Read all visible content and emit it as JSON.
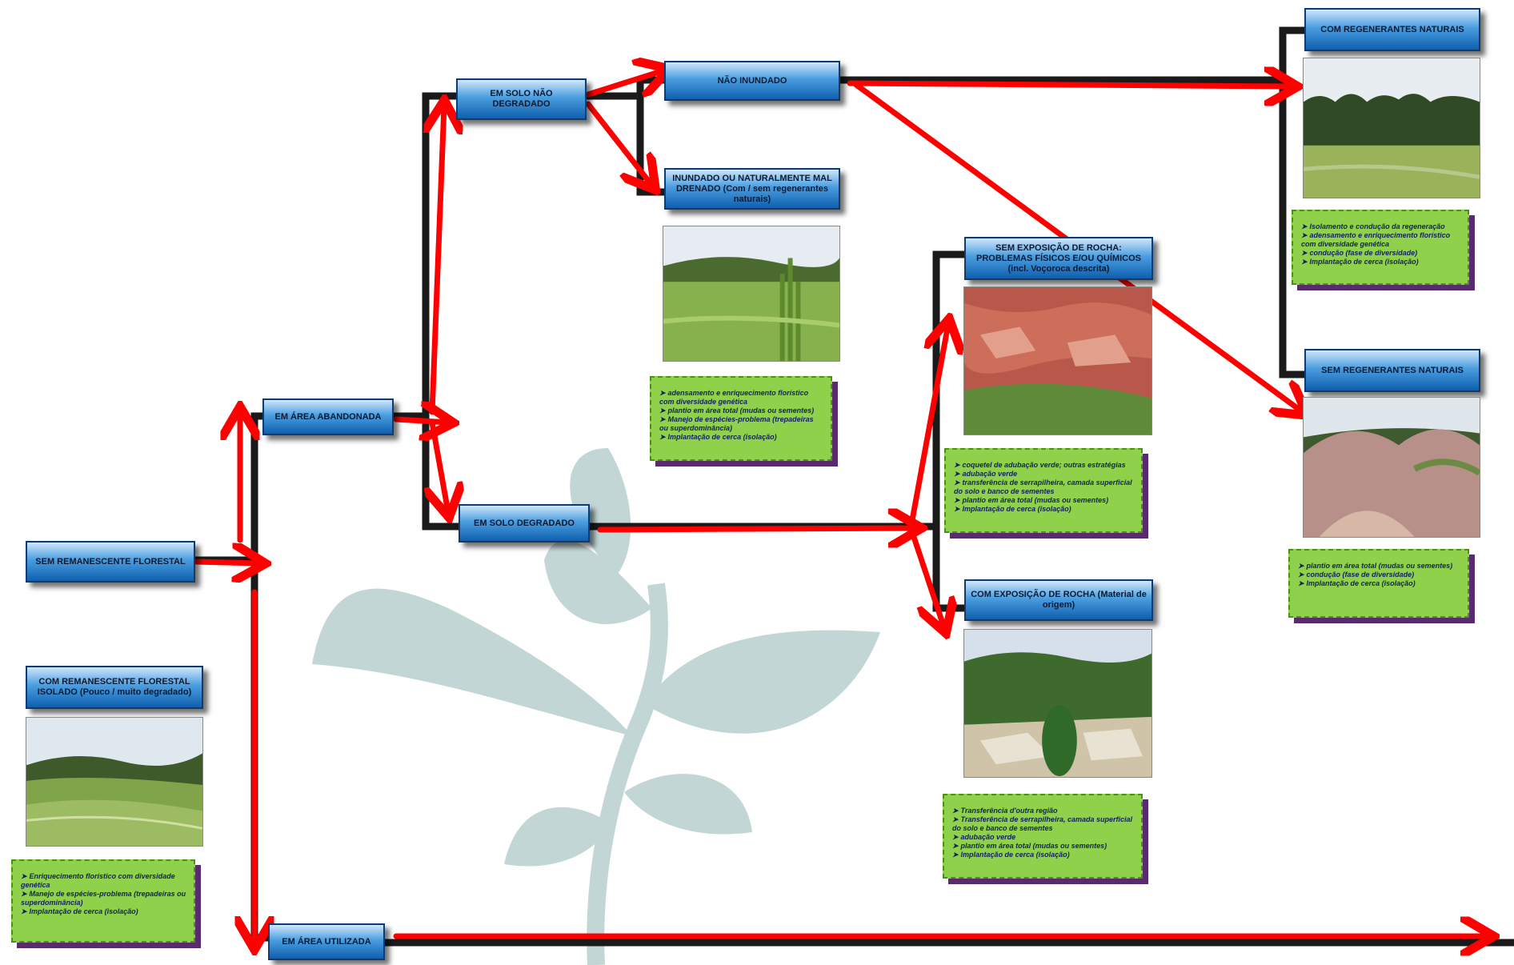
{
  "nodes": {
    "sem_remanescente": "SEM REMANESCENTE FLORESTAL",
    "com_remanescente": "COM REMANESCENTE FLORESTAL ISOLADO (Pouco / muito degradado)",
    "em_area_abandonada": "EM ÁREA ABANDONADA",
    "em_area_utilizada": "EM ÁREA UTILIZADA",
    "em_solo_nao_degradado": "EM SOLO NÃO DEGRADADO",
    "em_solo_degradado": "EM SOLO DEGRADADO",
    "nao_inundado": "NÃO INUNDADO",
    "inundado": "INUNDADO OU NATURALMENTE MAL DRENADO (Com / sem regenerantes naturais)",
    "sem_exposicao_rocha": "SEM EXPOSIÇÃO DE ROCHA: PROBLEMAS FÍSICOS E/OU QUÍMICOS (incl. Voçoroca descrita)",
    "com_exposicao_rocha": "COM EXPOSIÇÃO DE ROCHA (Material de origem)",
    "com_regenerantes": "COM REGENERANTES NATURAIS",
    "sem_regenerantes": "SEM REGENERANTES NATURAIS"
  },
  "notes": {
    "remanescente": [
      "Enriquecimento florístico com diversidade genética",
      "Manejo de espécies-problema (trepadeiras ou superdominância)",
      "Implantação de cerca (isolação)"
    ],
    "inundado": [
      "adensamento e enriquecimento florístico com diversidade genética",
      "plantio em área total (mudas ou sementes)",
      "Manejo de espécies-problema (trepadeiras ou superdominância)",
      "Implantação de cerca (isolação)"
    ],
    "sem_exposicao": [
      "coquetel de adubação verde; outras estratégias",
      "adubação verde",
      "transferência de serrapilheira, camada superficial do solo e banco de sementes",
      "plantio em área total (mudas ou sementes)",
      "Implantação de cerca (isolação)"
    ],
    "com_exposicao": [
      "Transferência d'outra região",
      "Transferência de serrapilheira, camada superficial do solo e banco de sementes",
      "adubação verde",
      "plantio em área total (mudas ou sementes)",
      "Implantação de cerca (isolação)"
    ],
    "com_regenerantes": [
      "Isolamento e condução da regeneração",
      "adensamento e enriquecimento florístico com diversidade genética",
      "condução (fase de diversidade)",
      "Implantação de cerca (isolação)"
    ],
    "sem_regenerantes": [
      "plantio em área total (mudas ou sementes)",
      "condução (fase de diversidade)",
      "Implantação de cerca (isolação)"
    ]
  },
  "photos": {
    "remanescente": "rolling-field-with-forest-patch",
    "inundado": "green-wet-meadow",
    "sem_exposicao": "eroded-red-soil",
    "com_exposicao": "exposed-rock-quarry",
    "com_regenerantes": "cleared-area-with-trees",
    "sem_regenerantes": "bare-eroded-hills"
  },
  "colors": {
    "arrow": "#ff0000",
    "connector": "#1a1a1a",
    "node_top": "#cfe6fb",
    "node_bottom": "#0f5fae",
    "note_fill": "#8fd14a",
    "note_shadow": "#5a2a6e",
    "watermark": "#b8cfcf"
  }
}
